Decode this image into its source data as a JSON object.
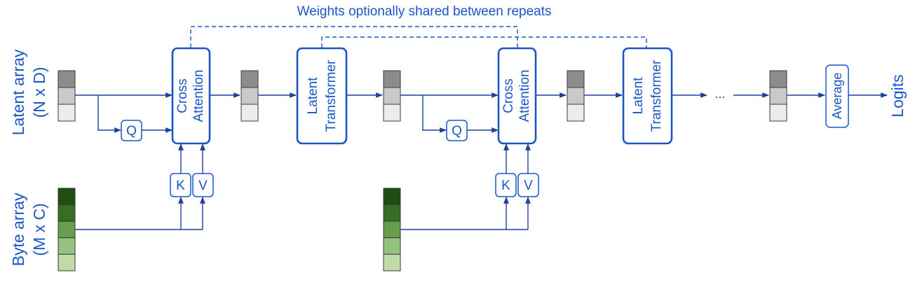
{
  "title": "Weights optionally shared between repeats",
  "latent_label": {
    "line1": "Latent array",
    "line2": "(N x D)"
  },
  "byte_label": {
    "line1": "Byte array",
    "line2": "(M x C)"
  },
  "cross_attention": {
    "line1": "Cross",
    "line2": "Attention"
  },
  "latent_transformer": {
    "line1": "Latent",
    "line2": "Transformer"
  },
  "query": "Q",
  "key": "K",
  "value": "V",
  "ellipsis": "...",
  "average": "Average",
  "logits": "Logits",
  "colors": {
    "accent": "#1a56c4",
    "arrow": "#1f3f9a",
    "latent_cells": [
      "#8c8c8c",
      "#c9c9c9",
      "#ececec"
    ],
    "byte_cells": [
      "#1f4d14",
      "#386e22",
      "#679e4c",
      "#95c27e",
      "#bedba8"
    ]
  }
}
